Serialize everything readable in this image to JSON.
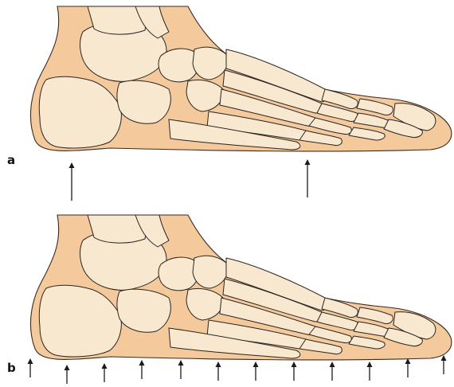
{
  "panels": [
    {
      "label": "a",
      "pressure": "concentrated"
    },
    {
      "label": "b",
      "pressure": "distributed"
    }
  ],
  "colors": {
    "soft_tissue": "#f4c99c",
    "bone": "#f8e8d0",
    "outline": "#2a2420",
    "arrow": "#1a1a1a"
  }
}
